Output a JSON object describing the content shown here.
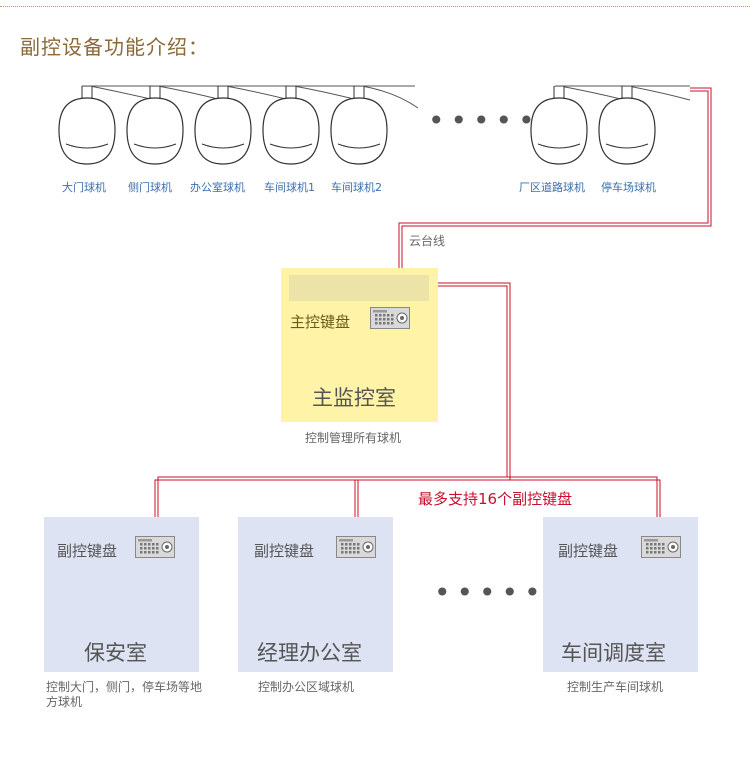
{
  "title": "副控设备功能介绍：",
  "cameras": [
    {
      "label": "大门球机"
    },
    {
      "label": "侧门球机"
    },
    {
      "label": "办公室球机"
    },
    {
      "label": "车间球机1"
    },
    {
      "label": "车间球机2"
    },
    {
      "label": "厂区道路球机"
    },
    {
      "label": "停车场球机"
    }
  ],
  "cable_label": "云台线",
  "main_room": {
    "keyboard_label": "主控键盘",
    "name": "主监控室",
    "desc": "控制管理所有球机",
    "bg_color": "#fff3a8"
  },
  "note": "最多支持16个副控键盘",
  "sub_rooms": [
    {
      "keyboard_label": "副控键盘",
      "name": "保安室",
      "desc": "控制大门，侧门，停车场等地方球机"
    },
    {
      "keyboard_label": "副控键盘",
      "name": "经理办公室",
      "desc": "控制办公区域球机"
    },
    {
      "keyboard_label": "副控键盘",
      "name": "车间调度室",
      "desc": "控制生产车间球机"
    }
  ],
  "colors": {
    "wire": "#c8102e",
    "sub_room_bg": "#dde3f3",
    "label_blue": "#3a6fb0",
    "title": "#8a6a3a"
  },
  "ellipsis": "•••••"
}
